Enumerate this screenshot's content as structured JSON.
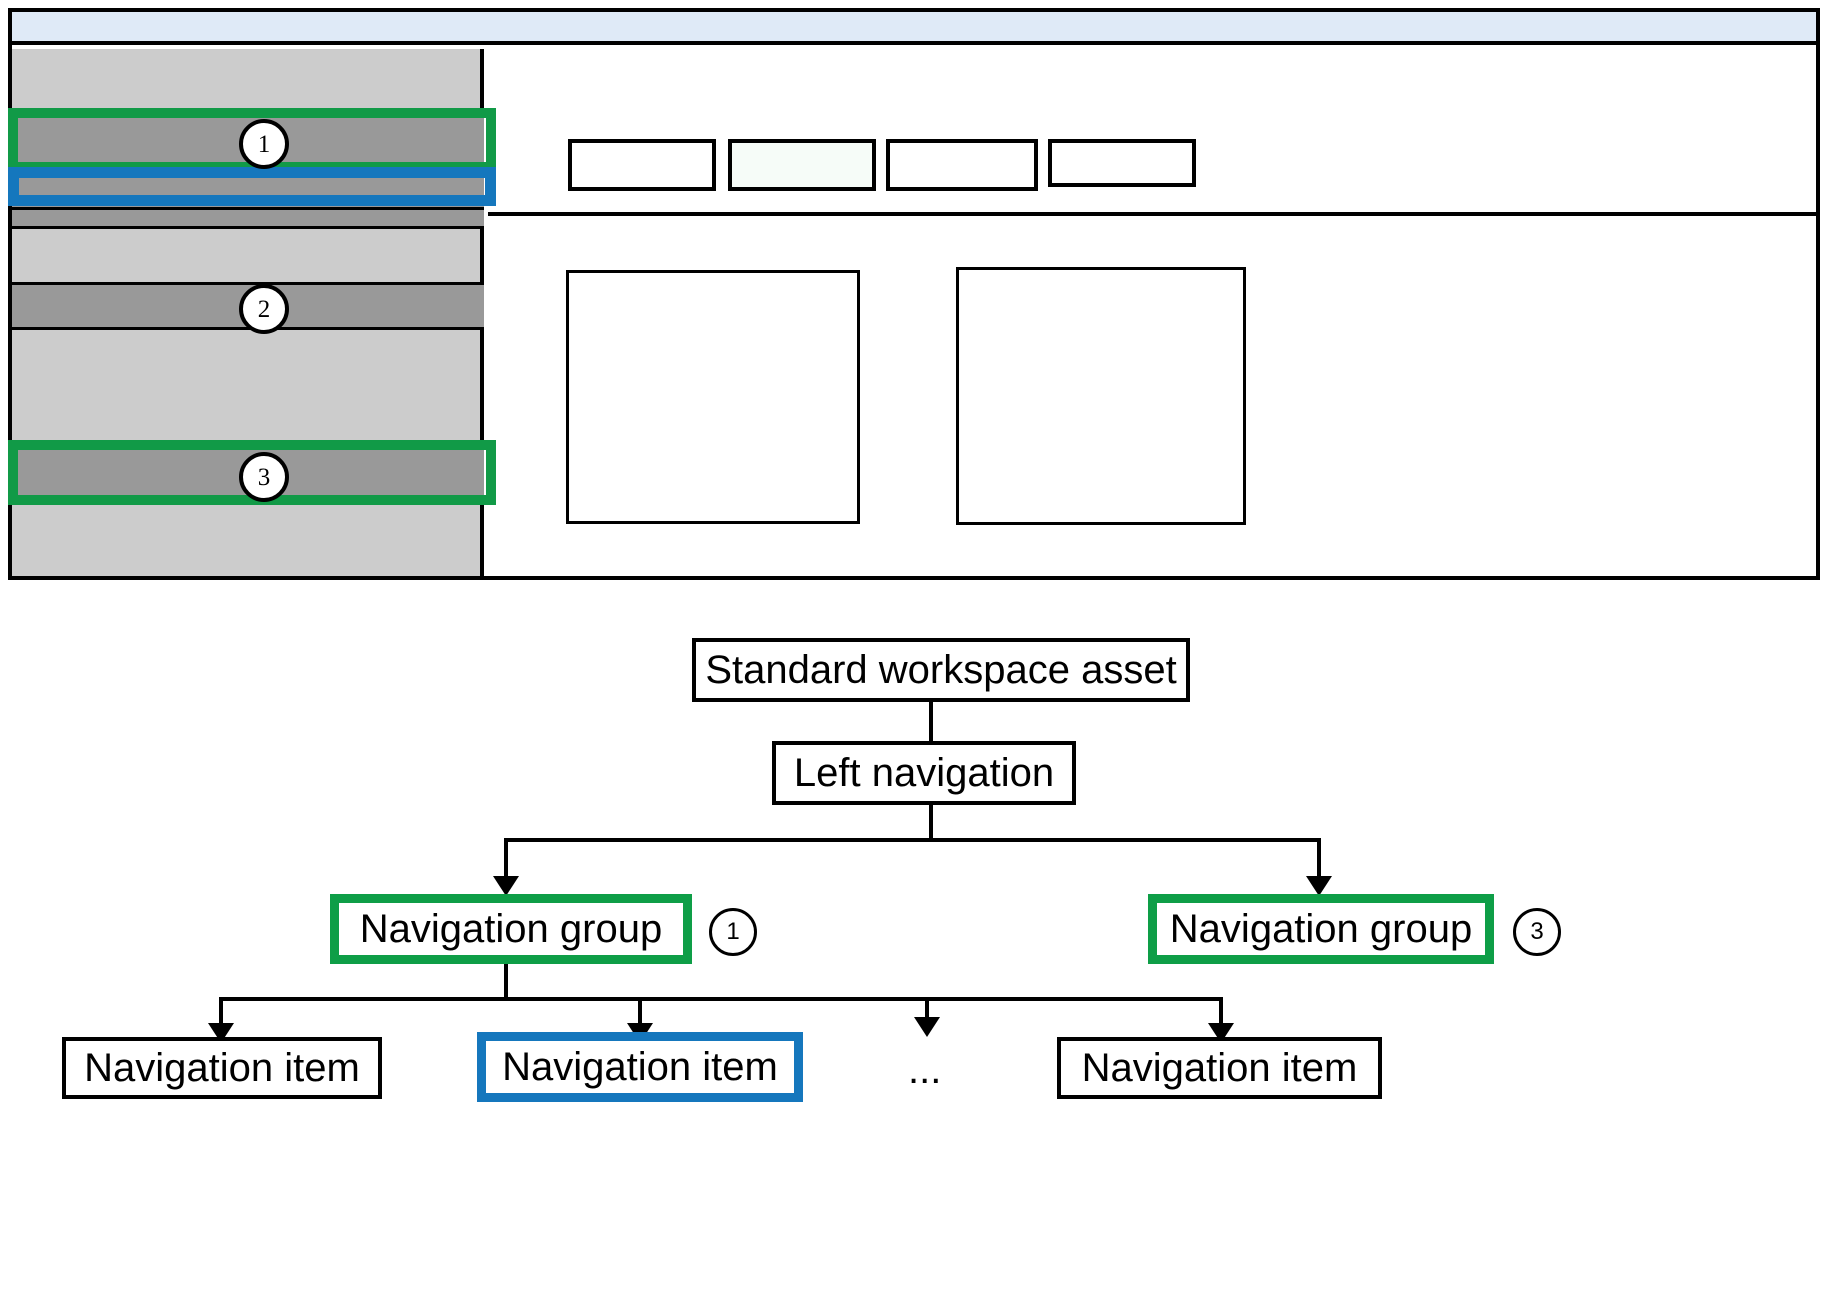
{
  "mockup": {
    "name": "Standard workspace asset layout mockup",
    "header": {
      "name": "app-header-bar",
      "label": ""
    },
    "sidebar": {
      "name": "left-navigation",
      "rows": [
        {
          "id": "nav-group-1",
          "label": "",
          "badge": "1",
          "highlight": "green",
          "state": "group-header"
        },
        {
          "id": "nav-item-selected",
          "label": "",
          "badge": "",
          "highlight": "blue",
          "state": "selected-item"
        },
        {
          "id": "nav-item-plain",
          "label": "",
          "badge": "",
          "highlight": "none",
          "state": "item"
        },
        {
          "id": "nav-group-2",
          "label": "",
          "badge": "2",
          "highlight": "none",
          "state": "group-header"
        },
        {
          "id": "nav-group-3",
          "label": "",
          "badge": "3",
          "highlight": "green",
          "state": "group-header"
        }
      ]
    },
    "content": {
      "name": "content-area",
      "top_chips": [
        {
          "id": "chip-1",
          "label": "",
          "tinted": false
        },
        {
          "id": "chip-2",
          "label": "",
          "tinted": true
        },
        {
          "id": "chip-3",
          "label": "",
          "tinted": false
        },
        {
          "id": "chip-4",
          "label": "",
          "tinted": false
        }
      ],
      "cards": [
        {
          "id": "card-1",
          "label": ""
        },
        {
          "id": "card-2",
          "label": ""
        }
      ]
    }
  },
  "tree": {
    "root": {
      "label": "Standard workspace asset"
    },
    "level2": {
      "label": "Left navigation"
    },
    "groups": [
      {
        "label": "Navigation group",
        "badge": "1",
        "highlight": "green"
      },
      {
        "label": "Navigation group",
        "badge": "3",
        "highlight": "green"
      }
    ],
    "items": [
      {
        "label": "Navigation item",
        "highlight": "none"
      },
      {
        "label": "Navigation item",
        "highlight": "blue"
      },
      {
        "label": "...",
        "highlight": "none",
        "is_ellipsis": true
      },
      {
        "label": "Navigation item",
        "highlight": "none"
      }
    ]
  },
  "colors": {
    "green_highlight": "#0e9e47",
    "blue_highlight": "#1577bd",
    "header_blue": "#dfeaf7",
    "sidebar_bg": "#cccccc",
    "nav_row": "#999999",
    "outline": "#000000"
  }
}
